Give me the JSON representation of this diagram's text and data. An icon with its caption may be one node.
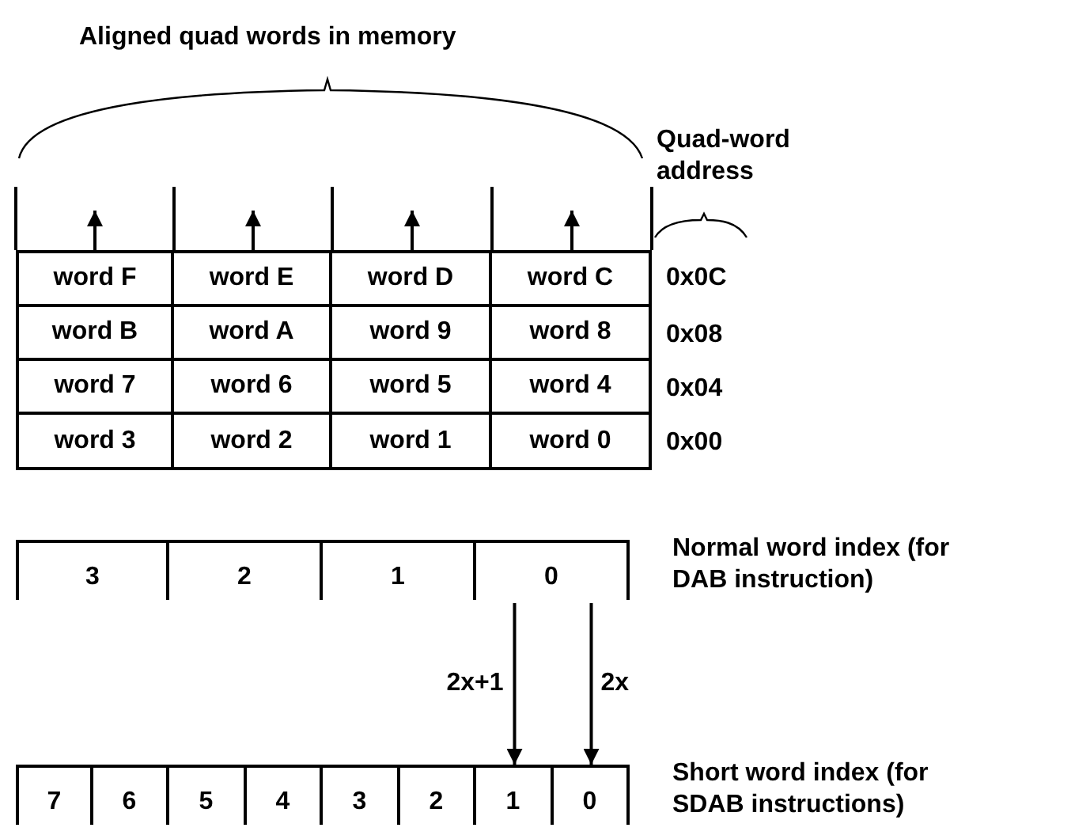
{
  "diagram": {
    "title": "Aligned quad words in memory",
    "nodes": [
      {
        "text": [
          "word F"
        ]
      },
      {
        "text": [
          "word E"
        ]
      },
      {
        "text": [
          "word D"
        ]
      },
      {
        "text": [
          "word C"
        ]
      },
      {
        "text": [
          "word B"
        ]
      },
      {
        "text": [
          "word A"
        ]
      },
      {
        "text": [
          "word 9"
        ]
      },
      {
        "text": [
          "word 8"
        ]
      },
      {
        "text": [
          "word 7"
        ]
      },
      {
        "text": [
          "word 6"
        ]
      },
      {
        "text": [
          "word 5"
        ]
      },
      {
        "text": [
          "word 4"
        ]
      },
      {
        "text": [
          "word 3"
        ]
      },
      {
        "text": [
          "word 2"
        ]
      },
      {
        "text": [
          "word 1"
        ]
      },
      {
        "text": [
          "word 0"
        ]
      },
      {
        "text": [
          "3"
        ]
      },
      {
        "text": [
          "2"
        ]
      },
      {
        "text": [
          "1"
        ]
      },
      {
        "text": [
          "0"
        ]
      },
      {
        "text": [
          "7"
        ]
      },
      {
        "text": [
          "6"
        ]
      },
      {
        "text": [
          "5"
        ]
      },
      {
        "text": [
          "4"
        ]
      },
      {
        "text": [
          "3"
        ]
      },
      {
        "text": [
          "2"
        ]
      },
      {
        "text": [
          "1"
        ]
      },
      {
        "text": [
          "0"
        ]
      }
    ],
    "edges": [
      {
        "from": 0,
        "to": null,
        "arrow": "to"
      },
      {
        "from": 1,
        "to": null,
        "arrow": "to"
      },
      {
        "from": 2,
        "to": null,
        "arrow": "to"
      },
      {
        "from": 3,
        "to": null,
        "arrow": "to"
      },
      {
        "from": 19,
        "to": 26,
        "arrow": "to",
        "label": "2x+1"
      },
      {
        "from": 19,
        "to": 27,
        "arrow": "to",
        "label": "2x"
      }
    ],
    "labels": [
      "Quad-word address",
      "0x0C",
      "0x08",
      "0x04",
      "0x00",
      "Normal word index (for DAB instruction)",
      "Short word index (for SDAB instructions)"
    ]
  }
}
